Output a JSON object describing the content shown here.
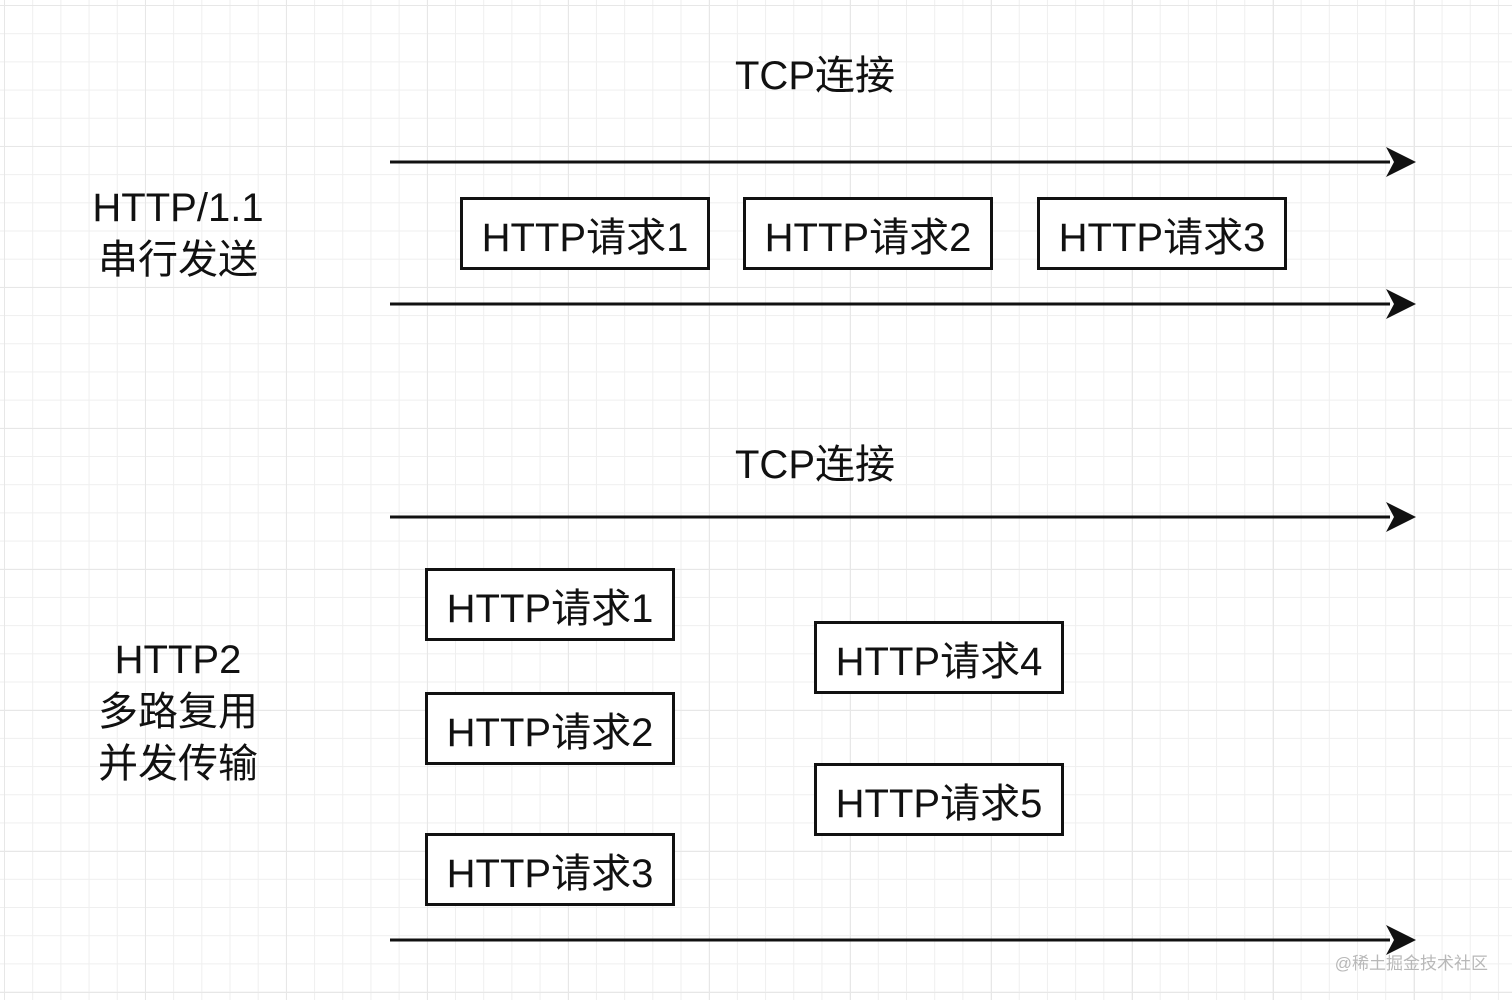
{
  "section_http11": {
    "connection_label": "TCP连接",
    "protocol_title": "HTTP/1.1",
    "protocol_desc": "串行发送",
    "requests": [
      "HTTP请求1",
      "HTTP请求2",
      "HTTP请求3"
    ]
  },
  "section_http2": {
    "connection_label": "TCP连接",
    "protocol_title": "HTTP2",
    "protocol_desc_line1": "多路复用",
    "protocol_desc_line2": "并发传输",
    "requests": [
      "HTTP请求1",
      "HTTP请求2",
      "HTTP请求3",
      "HTTP请求4",
      "HTTP请求5"
    ]
  },
  "watermark": "@稀土掘金技术社区"
}
